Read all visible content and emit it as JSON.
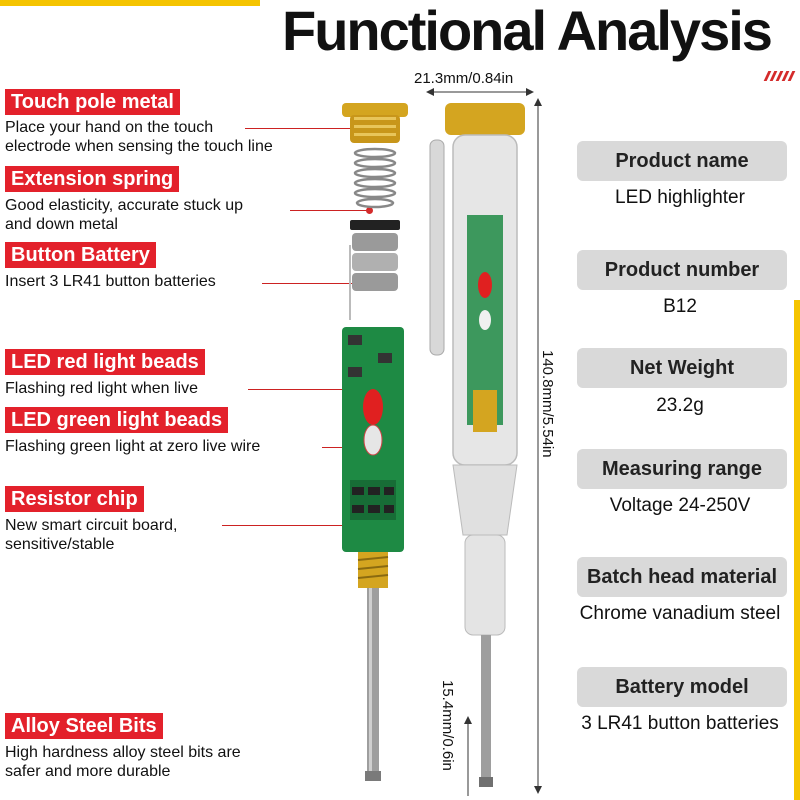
{
  "title": "Functional Analysis",
  "labels": [
    {
      "heading": "Touch pole metal",
      "desc1": "Place your hand on the touch",
      "desc2": "electrode when sensing the touch line"
    },
    {
      "heading": "Extension spring",
      "desc1": "Good elasticity, accurate stuck up",
      "desc2": "and down metal"
    },
    {
      "heading": "Button Battery",
      "desc1": "Insert 3 LR41 button batteries",
      "desc2": ""
    },
    {
      "heading": "LED red light beads",
      "desc1": "Flashing red light when live",
      "desc2": ""
    },
    {
      "heading": "LED green light beads",
      "desc1": "Flashing green light at zero live wire",
      "desc2": ""
    },
    {
      "heading": "Resistor chip",
      "desc1": "New smart circuit board,",
      "desc2": "sensitive/stable"
    },
    {
      "heading": "Alloy Steel Bits",
      "desc1": "High hardness alloy steel bits are",
      "desc2": "safer and more durable"
    }
  ],
  "specs": [
    {
      "name": "Product name",
      "value": "LED highlighter"
    },
    {
      "name": "Product number",
      "value": "B12"
    },
    {
      "name": "Net Weight",
      "value": "23.2g"
    },
    {
      "name": "Measuring range",
      "value": "Voltage 24-250V"
    },
    {
      "name": "Batch head material",
      "value": "Chrome vanadium steel"
    },
    {
      "name": "Battery model",
      "value": "3 LR41 button batteries"
    }
  ],
  "dimensions": {
    "width": "21.3mm/0.84in",
    "length": "140.8mm/5.54in",
    "tip": "15.4mm/0.6in"
  },
  "colors": {
    "accent_red": "#e3212b",
    "accent_yellow": "#f5c400",
    "spec_box": "#d9d9d9"
  }
}
